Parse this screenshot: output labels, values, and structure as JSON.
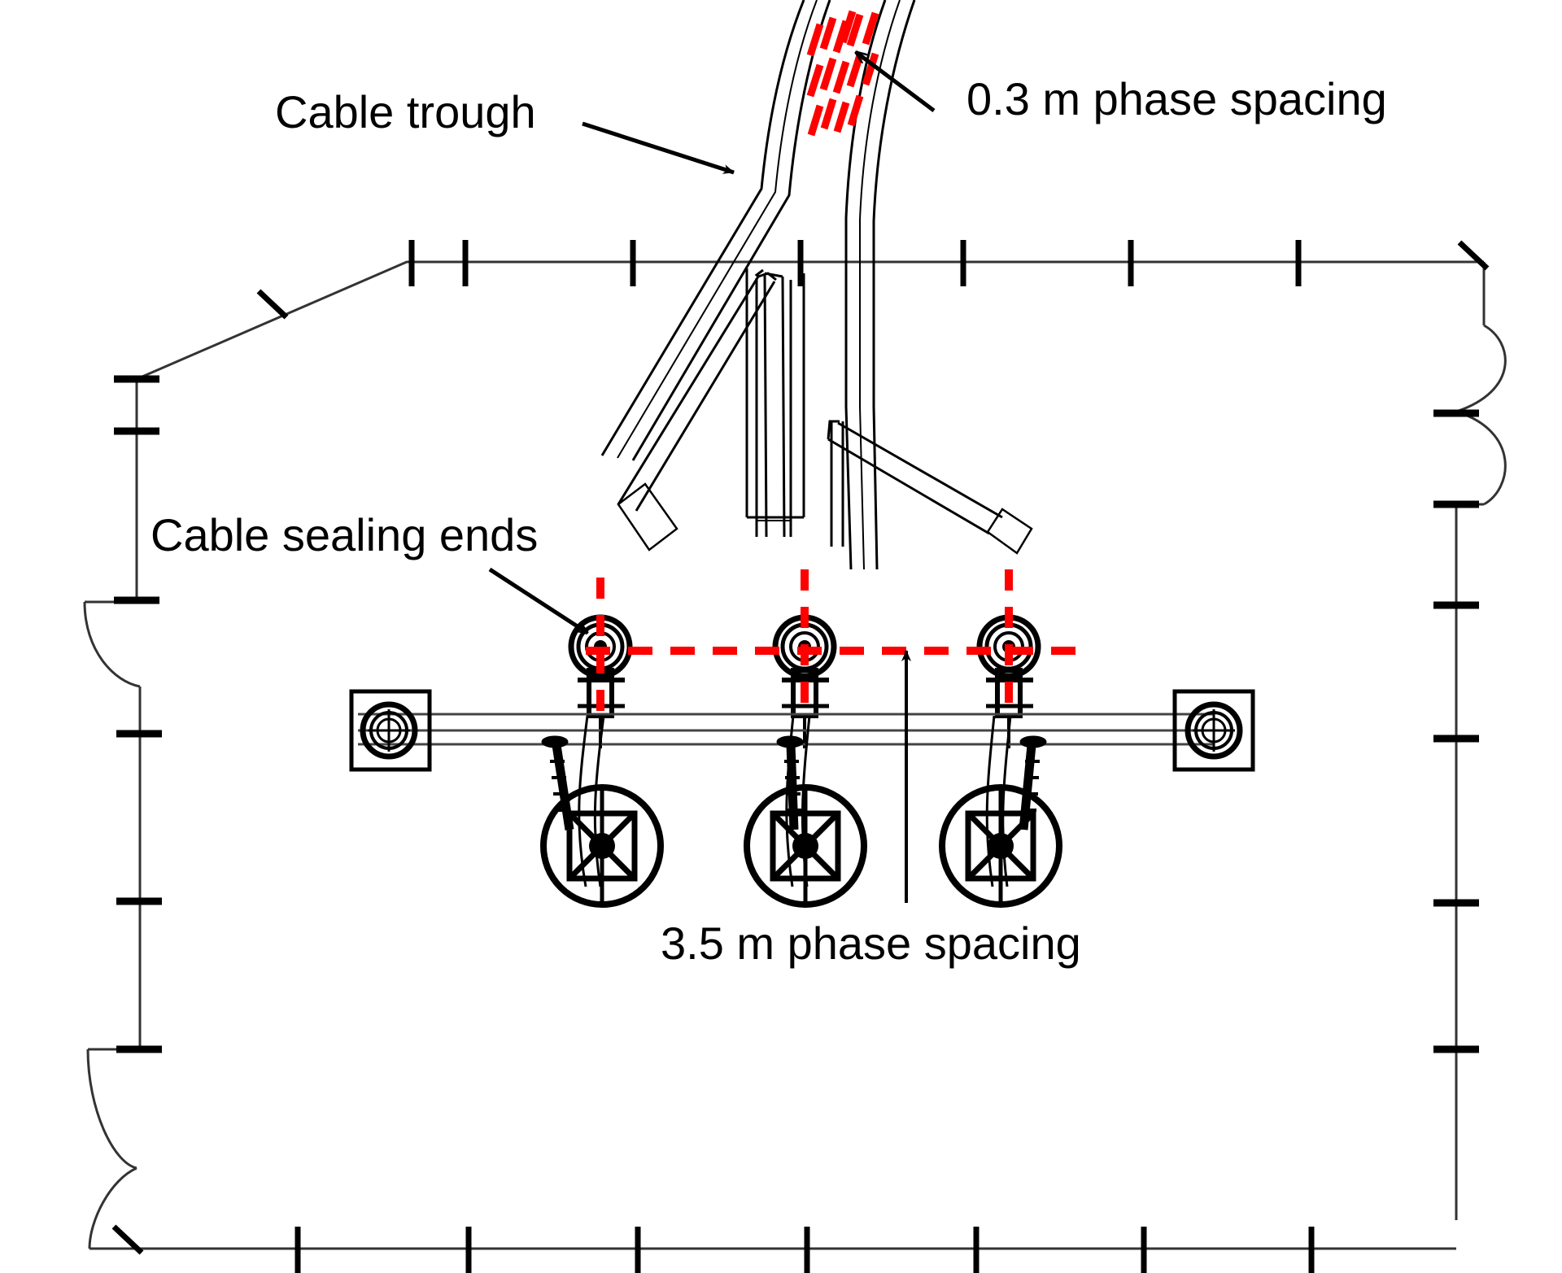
{
  "figure": {
    "type": "engineering-elevation-drawing",
    "subject": "Cable sealing end terminal tower arrangement",
    "background_color": "#ffffff",
    "line_color": "#000000",
    "highlight_color": "#FF0000"
  },
  "annotations": [
    {
      "id": "cable-trough",
      "text": "Cable trough",
      "leader": "arrow pointing down-right to cable trough duct"
    },
    {
      "id": "phase-spacing-top",
      "text": "0.3 m phase spacing",
      "leader": "arrow pointing up-left to red hatched band between cables"
    },
    {
      "id": "cable-sealing-ends",
      "text": "Cable sealing ends",
      "leader": "arrow pointing down-right to left sealing end body"
    },
    {
      "id": "phase-spacing-bottom",
      "text": "3.5 m phase spacing",
      "leader": "arrow pointing up to red dashed horizontal spacing line"
    }
  ],
  "measurements": [
    {
      "label": "0.3 m phase spacing",
      "value": 0.3,
      "unit": "m",
      "location": "cable trough risers"
    },
    {
      "label": "3.5 m phase spacing",
      "value": 3.5,
      "unit": "m",
      "location": "sealing end centres"
    }
  ],
  "components": {
    "sealing_ends_count": 3,
    "current_transformers_count": 3,
    "busbar_end_insulator_boxes": 2,
    "cable_risers": 3
  },
  "colors": {
    "red_dashed": "#FF0000",
    "outline": "#000000",
    "thin_outline": "#222222"
  }
}
